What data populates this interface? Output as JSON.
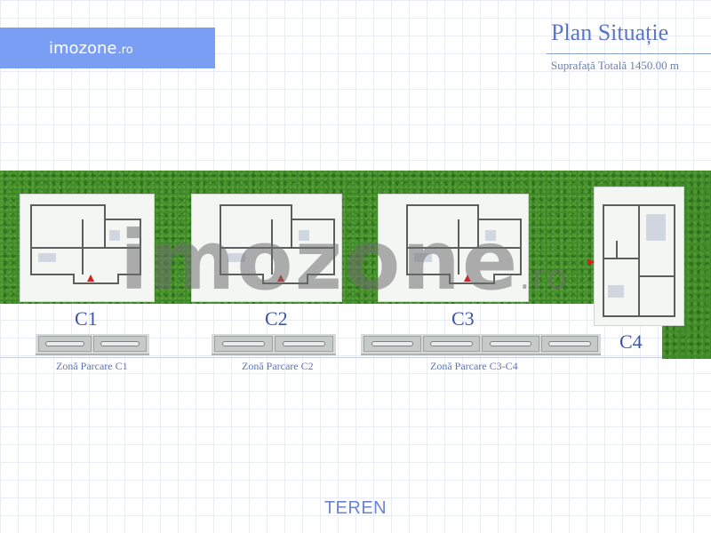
{
  "brand": {
    "name": "imozone",
    "tld": ".ro"
  },
  "header": {
    "title": "Plan Situație",
    "subtitle": "Suprafață Totală 1450.00 m"
  },
  "houses": [
    {
      "id": "C1"
    },
    {
      "id": "C2"
    },
    {
      "id": "C3"
    },
    {
      "id": "C4"
    }
  ],
  "parking_zones": [
    {
      "label": "Zonă Parcare C1",
      "bays": 2
    },
    {
      "label": "Zonă Parcare C2",
      "bays": 2
    },
    {
      "label": "Zonă Parcare C3-C4",
      "bays": 4
    }
  ],
  "land_label": "TEREN",
  "watermark": {
    "text": "imozone",
    "tld": ".ro"
  },
  "colors": {
    "brand_box": "#7a9ef3",
    "title": "#5b75c8",
    "grass": "#3e8a2a",
    "entrance_arrow": "#d42020"
  }
}
